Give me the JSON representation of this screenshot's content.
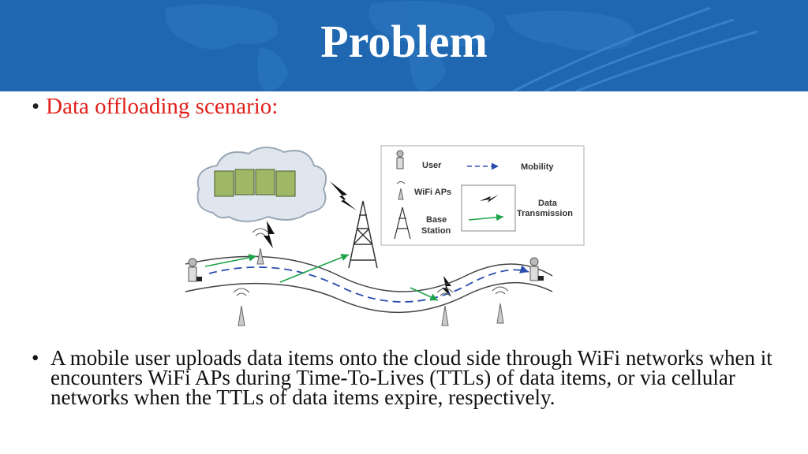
{
  "header": {
    "title": "Problem"
  },
  "bullets": {
    "first": "Data offloading scenario:",
    "second": "A mobile user uploads data items onto the cloud side through WiFi networks when it encounters WiFi APs during Time-To-Lives (TTLs) of data items, or via cellular networks when the TTLs of data items expire, respectively."
  },
  "legend": {
    "user": "User",
    "mobility": "Mobility",
    "wifi_aps": "WiFi APs",
    "data": "Data",
    "transmission": "Transmission",
    "base": "Base",
    "station": "Station"
  },
  "colors": {
    "header_bg": "#1f67b1",
    "bullet_red": "#e0201b",
    "mobility_blue": "#2b4fb0",
    "transmission_green": "#1fa34a"
  }
}
